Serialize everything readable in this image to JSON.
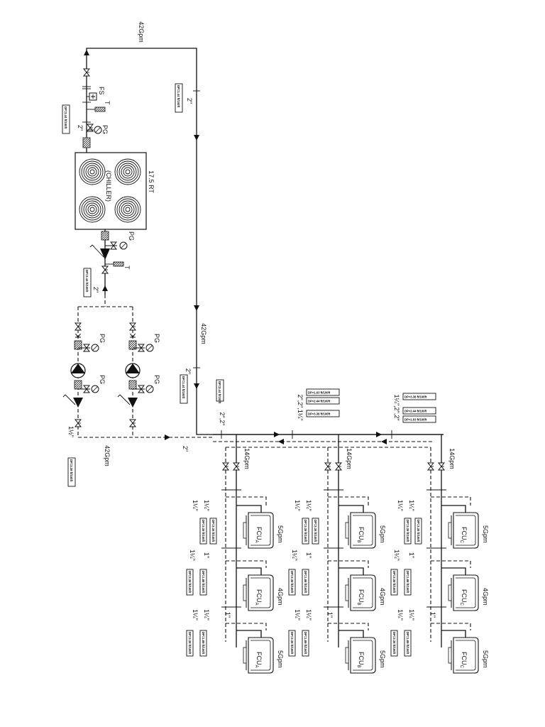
{
  "chiller": {
    "name": "(CHILLER)",
    "capacity": "17.5 RT"
  },
  "flows": {
    "main_top": "42Gpm",
    "main_mid": "42Gpm",
    "main_bottom": "42Gpm",
    "branch": "14Gpm"
  },
  "pipe_sizes": {
    "two": "2\"",
    "two_two": "2\",2\"",
    "combo_b": "2\",2\",1¼\"",
    "combo_c": "1¼\",2\",2\"",
    "one_quarter": "1¼\"",
    "one": "1\"",
    "one_half": "1½\""
  },
  "instruments": {
    "pressure_gauge": "PG",
    "flow_switch": "FS",
    "thermometer": "T"
  },
  "pressure_drops": {
    "dp_244_100": "DP=2.44 ft/100ft",
    "dp_163_100": "DP=1.63 ft/100ft",
    "dp_338_100": "DP=3.38 ft/100ft",
    "dp_144": "DP=1.44 ft/100ft",
    "dp_244": "DP=2.44 ft/100ft",
    "dp_338": "DP=3.38 ft/100ft",
    "dp_188": "DP=1.88 ft/100ft"
  },
  "fcu": {
    "a": "FCU",
    "b": "FCU",
    "c": "FCU",
    "sub_a": "A",
    "sub_b": "B",
    "sub_c": "C",
    "cap_5": "5Gpm",
    "cap_4": "4Gpm"
  }
}
